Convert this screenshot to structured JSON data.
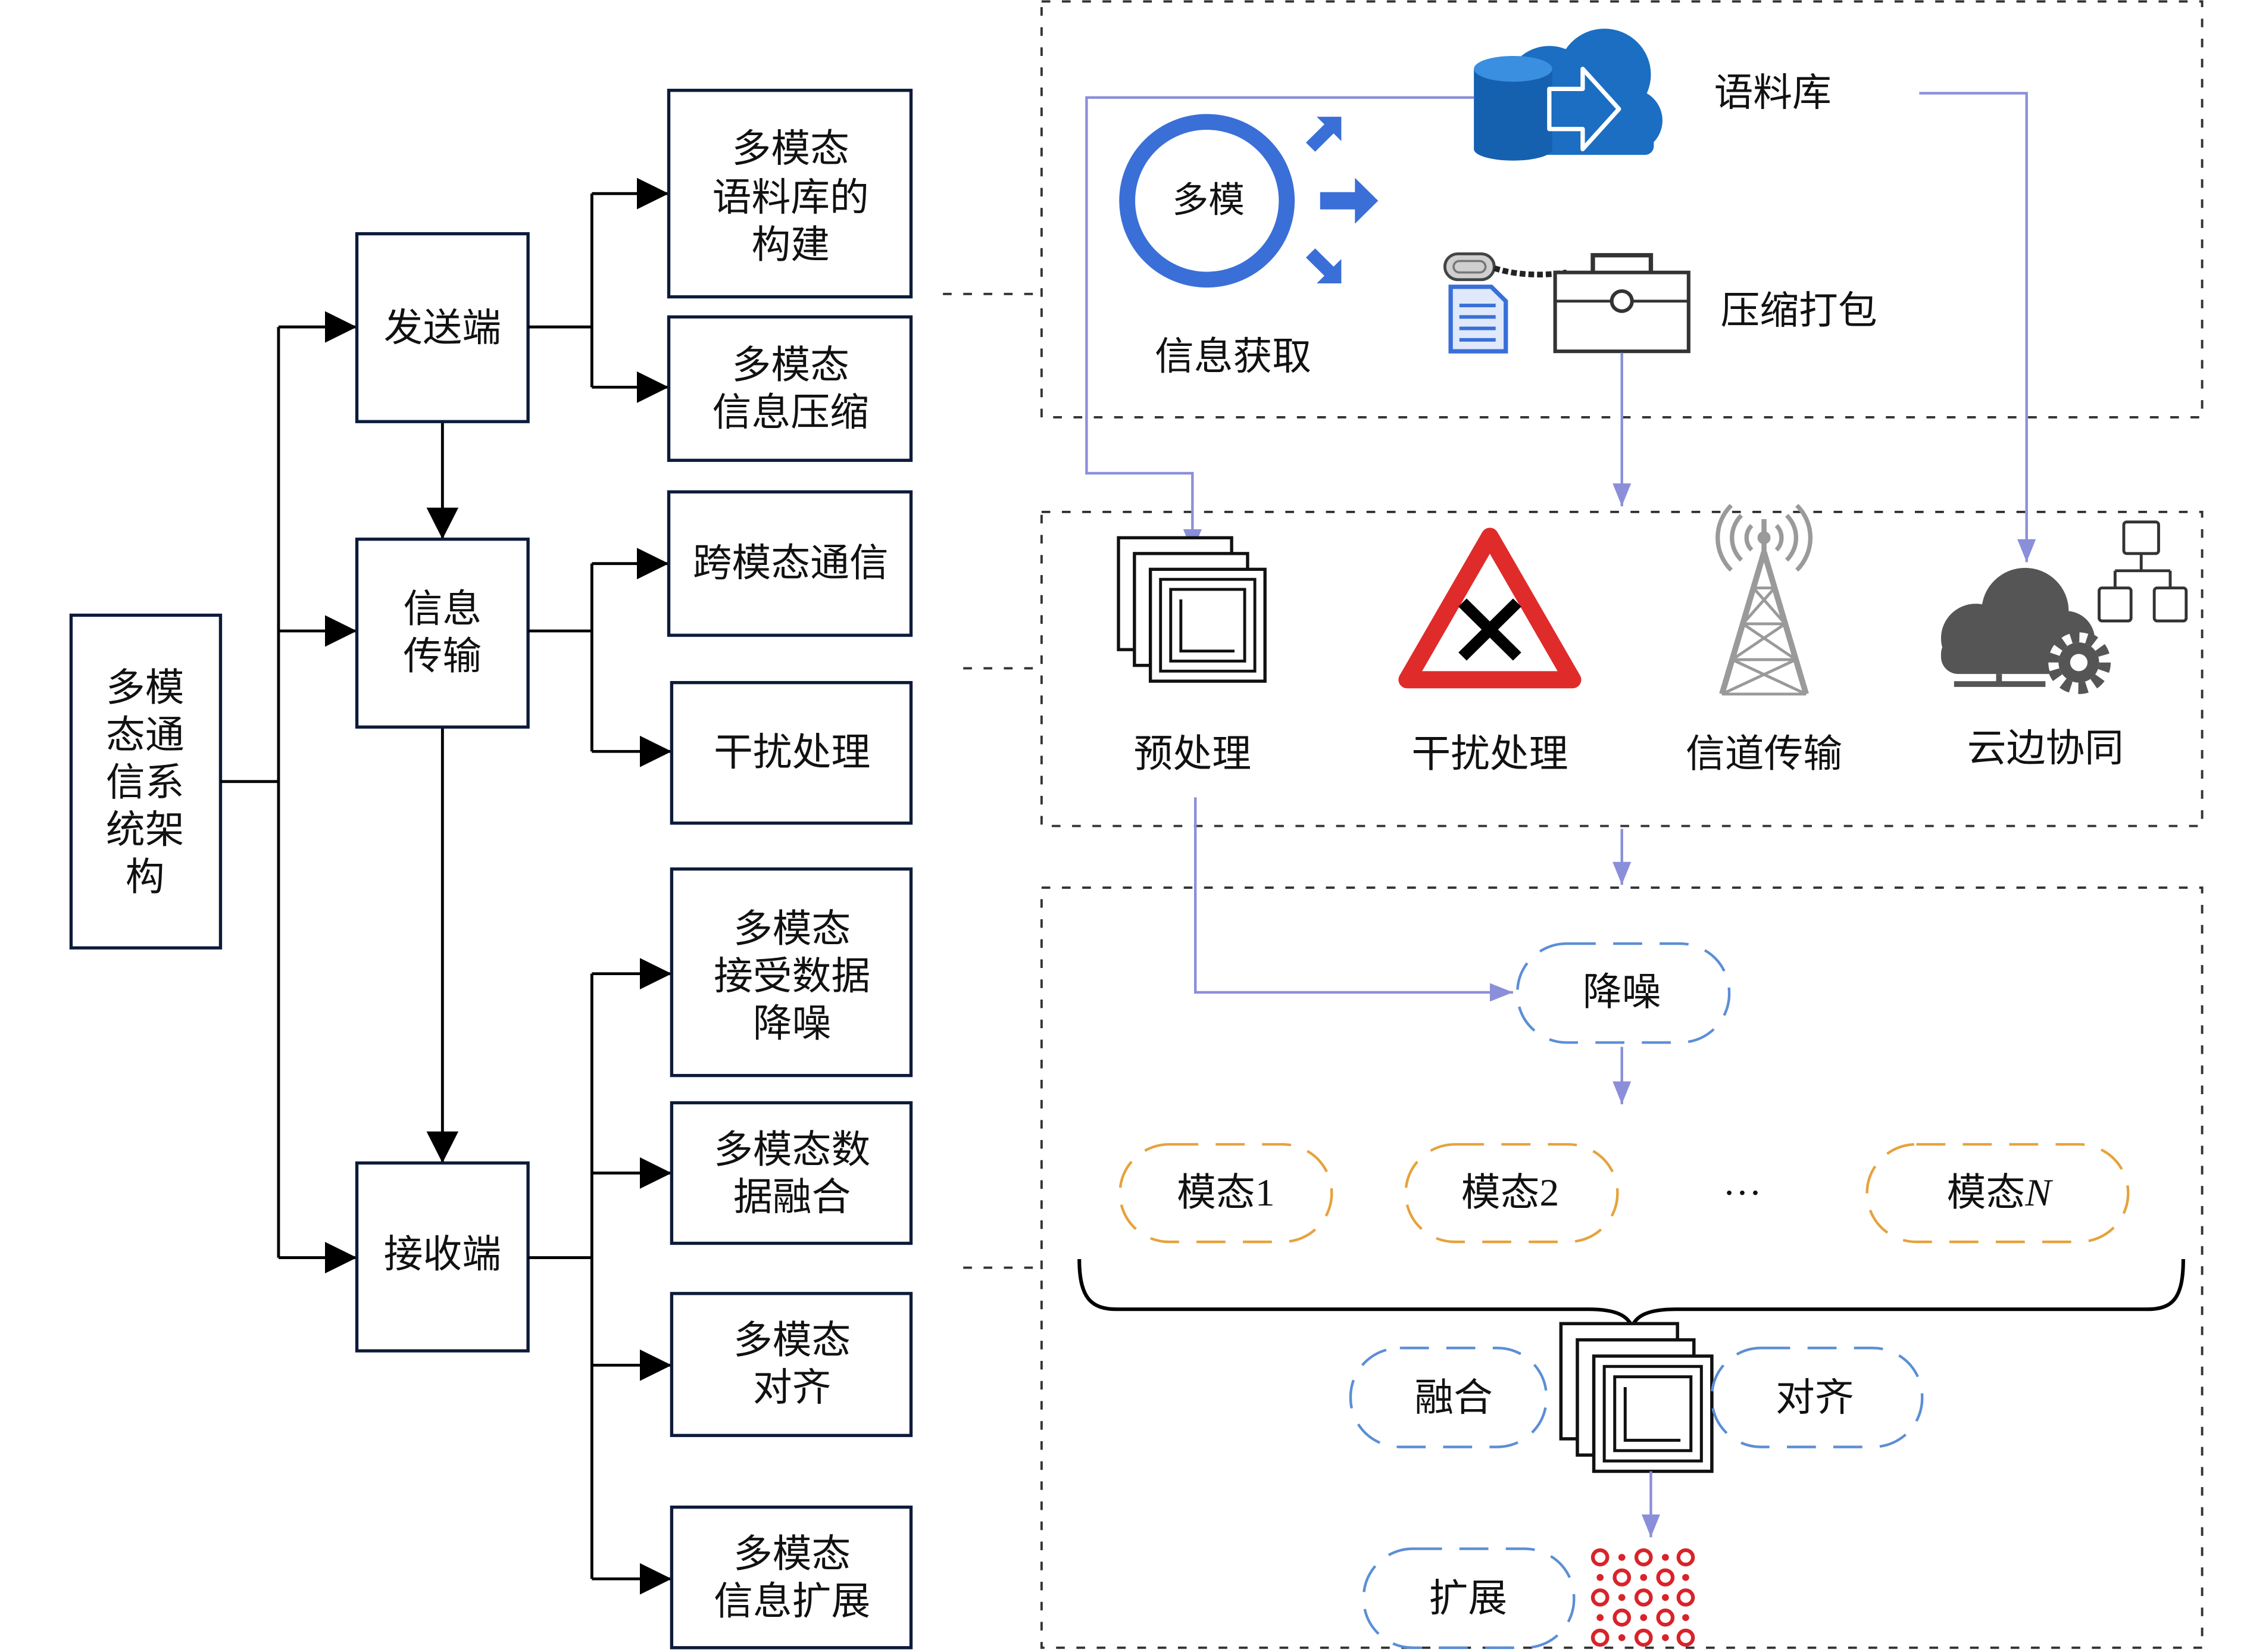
{
  "tree": {
    "root_lines": [
      "多模",
      "态通",
      "信系",
      "统架",
      "构"
    ],
    "sender": "发送端",
    "transmission_lines": [
      "信息",
      "传输"
    ],
    "receiver": "接收端",
    "sender_children": [
      {
        "lines": [
          "多模态",
          "语料库的",
          "构建"
        ]
      },
      {
        "lines": [
          "多模态",
          "信息压缩"
        ]
      }
    ],
    "transmission_children": [
      {
        "lines": [
          "跨模态通信"
        ]
      },
      {
        "lines": [
          "干扰处理"
        ]
      }
    ],
    "receiver_children": [
      {
        "lines": [
          "多模态",
          "接受数据",
          "降噪"
        ]
      },
      {
        "lines": [
          "多模态数",
          "据融合"
        ]
      },
      {
        "lines": [
          "多模态",
          "对齐"
        ]
      },
      {
        "lines": [
          "多模态",
          "信息扩展"
        ]
      }
    ]
  },
  "acquisition_panel": {
    "ring_text": "多模",
    "acquire_label": "信息获取",
    "corpus_label": "语料库",
    "pack_label": "压缩打包",
    "icons": [
      "ring-icon",
      "expand-arrows-icon",
      "cloud-database-icon",
      "document-icon",
      "tag-chain-icon",
      "briefcase-icon"
    ]
  },
  "channel_panel": {
    "items": [
      {
        "label": "预处理",
        "icon": "stacked-frames-icon"
      },
      {
        "label": "干扰处理",
        "icon": "warning-icon"
      },
      {
        "label": "信道传输",
        "icon": "signal-tower-icon"
      },
      {
        "label": "云边协同",
        "icon": "cloud-gear-network-icon"
      }
    ]
  },
  "receive_panel": {
    "denoise": "降噪",
    "modalities": [
      {
        "label": "模态1"
      },
      {
        "label": "模态2"
      }
    ],
    "ellipsis": "···",
    "modality_n": {
      "prefix": "模态",
      "index": "N"
    },
    "fusion": "融合",
    "align": "对齐",
    "expand": "扩展",
    "icons": [
      "stacked-frames-icon",
      "red-dots-icon"
    ]
  },
  "colors": {
    "flow": "#8b8fd9",
    "icon-blue": "#3a6fd8",
    "cloud-blue": "#1b6ec2",
    "orange-dash": "#e6a23c",
    "blue-dash": "#5b8ed6",
    "warn-red": "#e02b2b",
    "tower-gray": "#9a9a9a",
    "cloud-dark": "#555555",
    "dots-red": "#d8232a"
  }
}
